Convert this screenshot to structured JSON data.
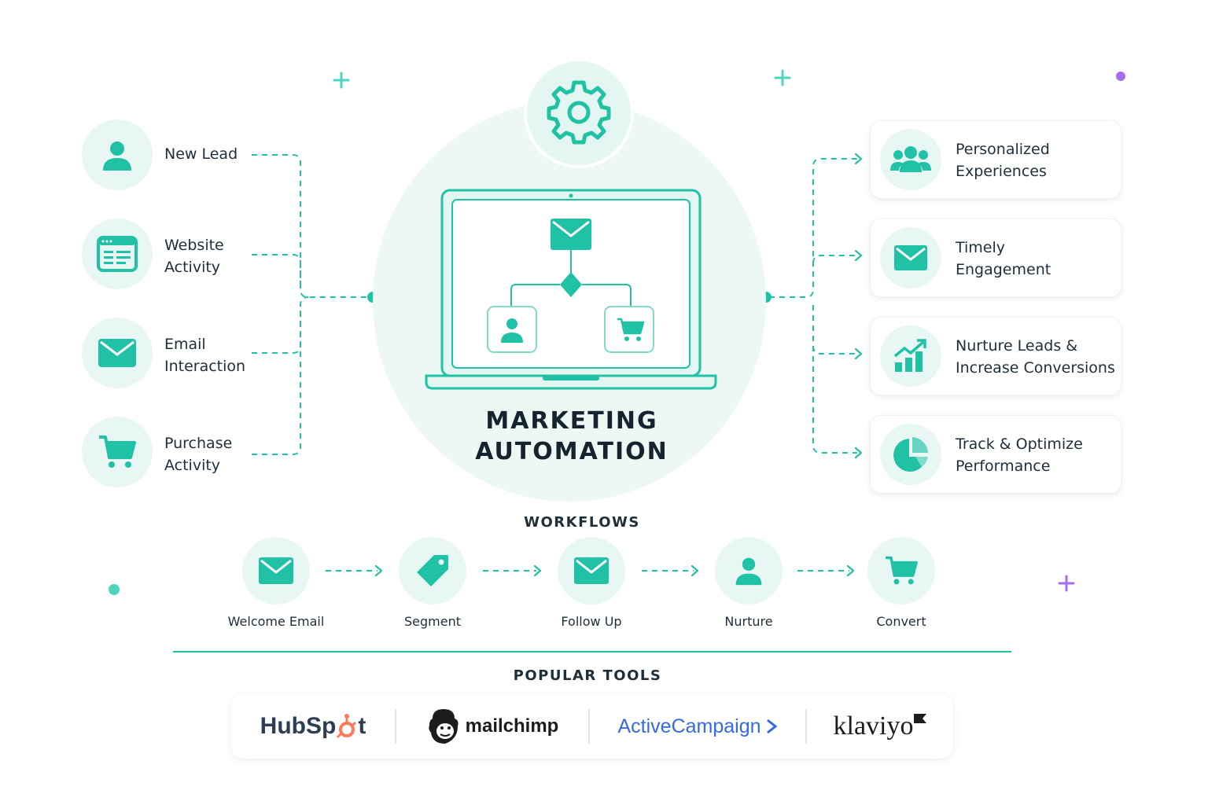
{
  "colors": {
    "accent": "#20c1a5",
    "accent_light": "#e8f7f3",
    "text_dark": "#15232e",
    "purple": "#a66cf0",
    "activecampaign_blue": "#356ae6",
    "hubspot_orange": "#ff7a59"
  },
  "inputs": [
    {
      "line1": "New Lead",
      "line2": "",
      "icon": "user-icon"
    },
    {
      "line1": "Website",
      "line2": "Activity",
      "icon": "browser-window-icon"
    },
    {
      "line1": "Email",
      "line2": "Interaction",
      "icon": "mail-icon"
    },
    {
      "line1": "Purchase",
      "line2": "Activity",
      "icon": "cart-icon"
    }
  ],
  "hub": {
    "title_line1": "MARKETING",
    "title_line2": "AUTOMATION",
    "top_icon": "gear-icon",
    "screen_icons": [
      "mail-icon",
      "decision-diamond-icon",
      "user-icon",
      "cart-icon"
    ]
  },
  "outputs": [
    {
      "line1": "Personalized",
      "line2": "Experiences",
      "icon": "group-icon"
    },
    {
      "line1": "Timely",
      "line2": "Engagement",
      "icon": "mail-icon"
    },
    {
      "line1": "Nurture Leads &",
      "line2": "Increase Conversions",
      "icon": "growth-chart-icon"
    },
    {
      "line1": "Track & Optimize",
      "line2": "Performance",
      "icon": "pie-chart-icon"
    }
  ],
  "workflows": {
    "title": "WORKFLOWS",
    "steps": [
      {
        "label": "Welcome Email",
        "icon": "mail-icon"
      },
      {
        "label": "Segment",
        "icon": "tag-icon"
      },
      {
        "label": "Follow Up",
        "icon": "mail-icon"
      },
      {
        "label": "Nurture",
        "icon": "user-icon"
      },
      {
        "label": "Convert",
        "icon": "cart-icon"
      }
    ]
  },
  "tools": {
    "title": "POPULAR TOOLS",
    "hubspot": {
      "part1": "HubSp",
      "part2": "t"
    },
    "mailchimp": "mailchimp",
    "activecampaign": "ActiveCampaign",
    "klaviyo": "klaviyo"
  }
}
